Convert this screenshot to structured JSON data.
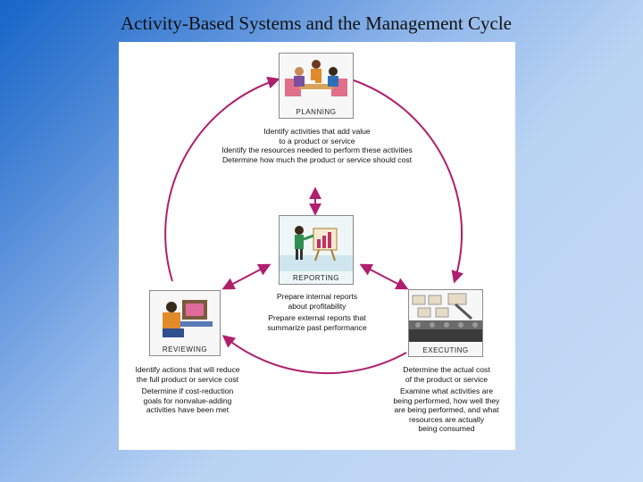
{
  "title": "Activity-Based Systems and the Management Cycle",
  "planning": {
    "label": "Planning",
    "line1": "Identify activities that add value",
    "line2": "to a product or service",
    "line3": "Identify the resources needed to perform these activities",
    "line4": "Determine how much the product or service should cost"
  },
  "reporting": {
    "label": "Reporting",
    "line1": "Prepare internal reports",
    "line2": "about profitability",
    "line3": "Prepare external reports that",
    "line4": "summarize past performance"
  },
  "reviewing": {
    "label": "Reviewing",
    "line1": "Identify actions that will reduce",
    "line2": "the full product or service cost",
    "line3": "Determine if cost-reduction",
    "line4": "goals for nonvalue-adding",
    "line5": "activities have been met"
  },
  "executing": {
    "label": "Executing",
    "line1": "Determine the actual cost",
    "line2": "of the product or service",
    "line3": "Examine what activities are",
    "line4": "being performed, how well they",
    "line5": "are being performed, and what",
    "line6": "resources are actually",
    "line7": "being consumed"
  },
  "colors": {
    "arrow": "#b01e6e",
    "background": "#4a86d6",
    "panel": "#ffffff"
  },
  "icons": {
    "planning": "meeting-people-icon",
    "reporting": "presenter-chart-icon",
    "reviewing": "person-at-computer-icon",
    "executing": "assembly-line-icon"
  }
}
